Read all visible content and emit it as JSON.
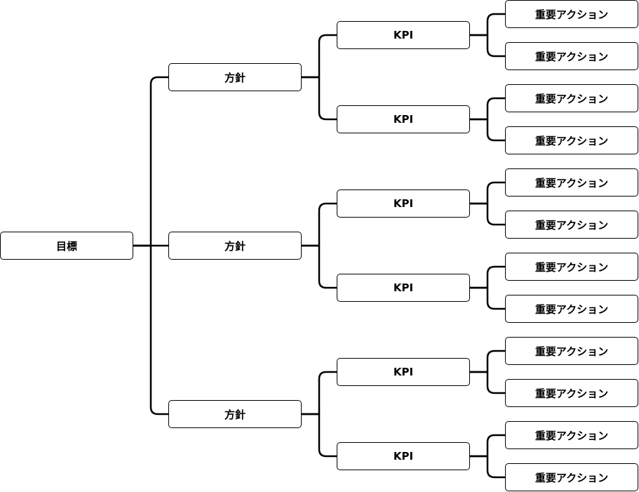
{
  "diagram": {
    "root": {
      "label": "目標",
      "children": [
        {
          "label": "方針",
          "children": [
            {
              "label": "KPI",
              "children": [
                {
                  "label": "重要アクション"
                },
                {
                  "label": "重要アクション"
                }
              ]
            },
            {
              "label": "KPI",
              "children": [
                {
                  "label": "重要アクション"
                },
                {
                  "label": "重要アクション"
                }
              ]
            }
          ]
        },
        {
          "label": "方針",
          "children": [
            {
              "label": "KPI",
              "children": [
                {
                  "label": "重要アクション"
                },
                {
                  "label": "重要アクション"
                }
              ]
            },
            {
              "label": "KPI",
              "children": [
                {
                  "label": "重要アクション"
                },
                {
                  "label": "重要アクション"
                }
              ]
            }
          ]
        },
        {
          "label": "方針",
          "children": [
            {
              "label": "KPI",
              "children": [
                {
                  "label": "重要アクション"
                },
                {
                  "label": "重要アクション"
                }
              ]
            },
            {
              "label": "KPI",
              "children": [
                {
                  "label": "重要アクション"
                },
                {
                  "label": "重要アクション"
                }
              ]
            }
          ]
        }
      ]
    }
  },
  "colors": {
    "stroke": "#000000",
    "fill": "#ffffff",
    "text": "#000000"
  }
}
